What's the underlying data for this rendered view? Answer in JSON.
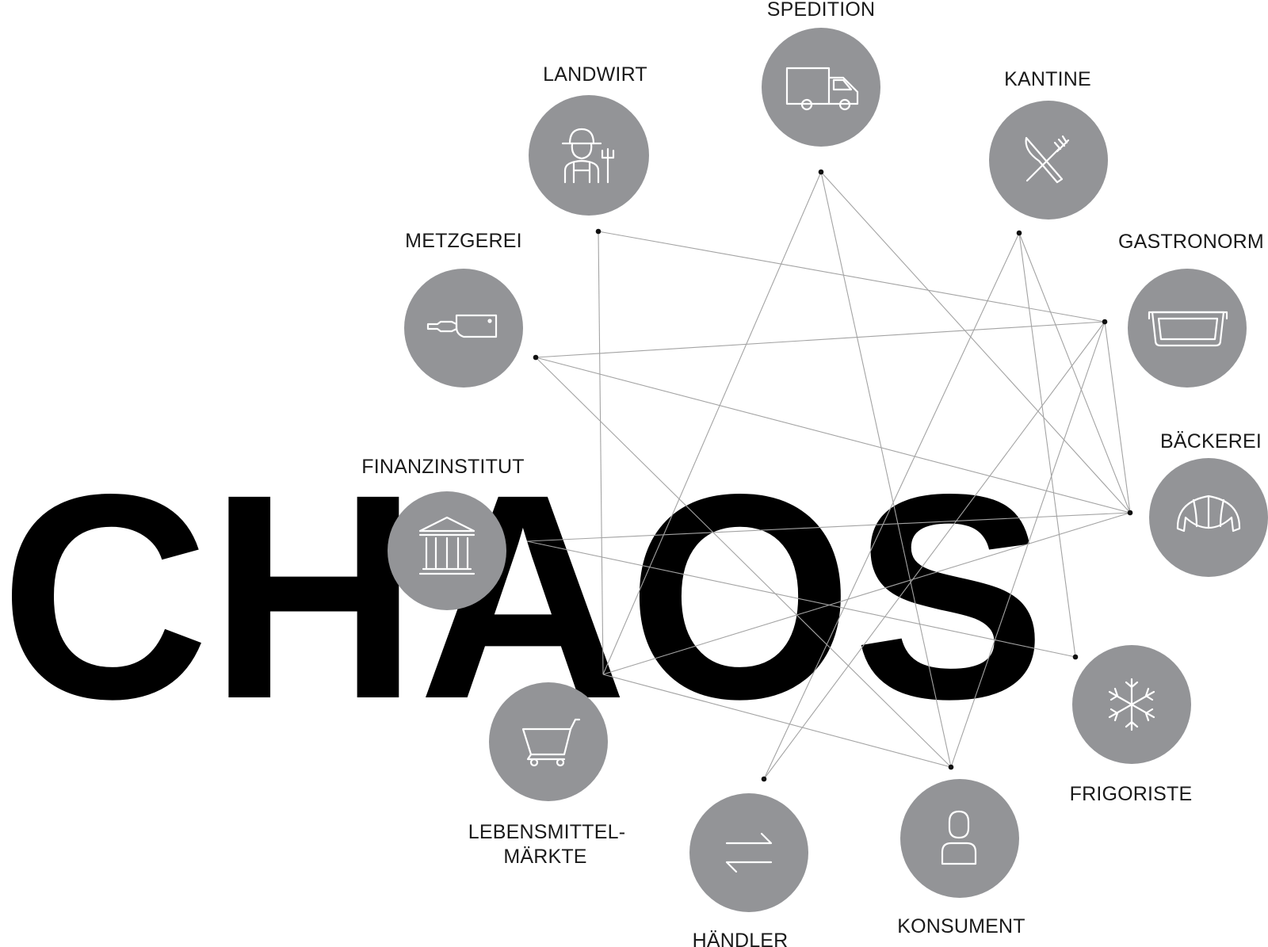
{
  "title": "CHAOS",
  "nodes": {
    "spedition": {
      "label": "SPEDITION",
      "icon": "truck-icon"
    },
    "landwirt": {
      "label": "LANDWIRT",
      "icon": "farmer-icon"
    },
    "kantine": {
      "label": "KANTINE",
      "icon": "cutlery-icon"
    },
    "metzgerei": {
      "label": "METZGEREI",
      "icon": "cleaver-icon"
    },
    "gastronorm": {
      "label": "GASTRONORM",
      "icon": "container-tray-icon"
    },
    "baeckerei": {
      "label": "BÄCKEREI",
      "icon": "croissant-icon"
    },
    "finanzinstitut": {
      "label": "FINANZINSTITUT",
      "icon": "bank-icon"
    },
    "lebensmittel": {
      "label_line1": "LEBENSMITTEL-",
      "label_line2": "MÄRKTE",
      "icon": "shopping-cart-icon"
    },
    "haendler": {
      "label": "HÄNDLER",
      "icon": "exchange-arrows-icon"
    },
    "konsument": {
      "label": "KONSUMENT",
      "icon": "person-icon"
    },
    "frigoriste": {
      "label": "FRIGORISTE",
      "icon": "snowflake-icon"
    }
  },
  "colors": {
    "circle": "#939497",
    "edges": "#a3a3a3",
    "text": "#1a1a1a",
    "title": "#000000"
  }
}
